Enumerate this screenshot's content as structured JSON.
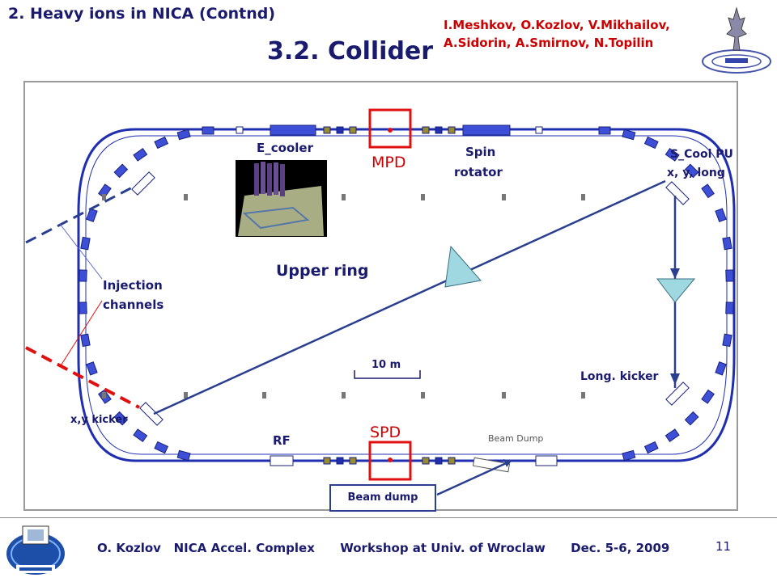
{
  "header": {
    "section_title": "2. Heavy ions in NICA (Contnd)",
    "slide_title": "3.2. Collider",
    "authors_line1": "I.Meshkov, O.Kozlov, V.Mikhailov,",
    "authors_line2": "A.Sidorin, A.Smirnov, N.Topilin"
  },
  "diagram": {
    "labels": {
      "e_cooler": "E_cooler",
      "mpd": "MPD",
      "spin_rotator_1": "Spin",
      "spin_rotator_2": "rotator",
      "s_cool_pu_1": "S_Cool PU",
      "s_cool_pu_2": "x, y, long",
      "upper_ring": "Upper ring",
      "injection_1": "Injection",
      "injection_2": "channels",
      "scale": "10 m",
      "long_kicker": "Long. kicker",
      "xy_kicker": "x,y kicker",
      "rf": "RF",
      "spd": "SPD",
      "beam_dump_small": "Beam Dump",
      "beam_dump": "Beam dump"
    },
    "colors": {
      "ring_blue": "#1f2fb0",
      "magnet_blue": "#3c4fd6",
      "red": "#e01010",
      "cyan": "#9fd8e0",
      "dark_navy": "#2a3f8f"
    }
  },
  "footer": {
    "text": "O. Kozlov   NICA Accel. Complex      Workshop at Univ. of Wroclaw      Dec. 5-6, 2009",
    "page_number": "11",
    "logo_icon": "jinr-logo-icon",
    "emblem_icon": "ornamental-emblem-icon"
  }
}
